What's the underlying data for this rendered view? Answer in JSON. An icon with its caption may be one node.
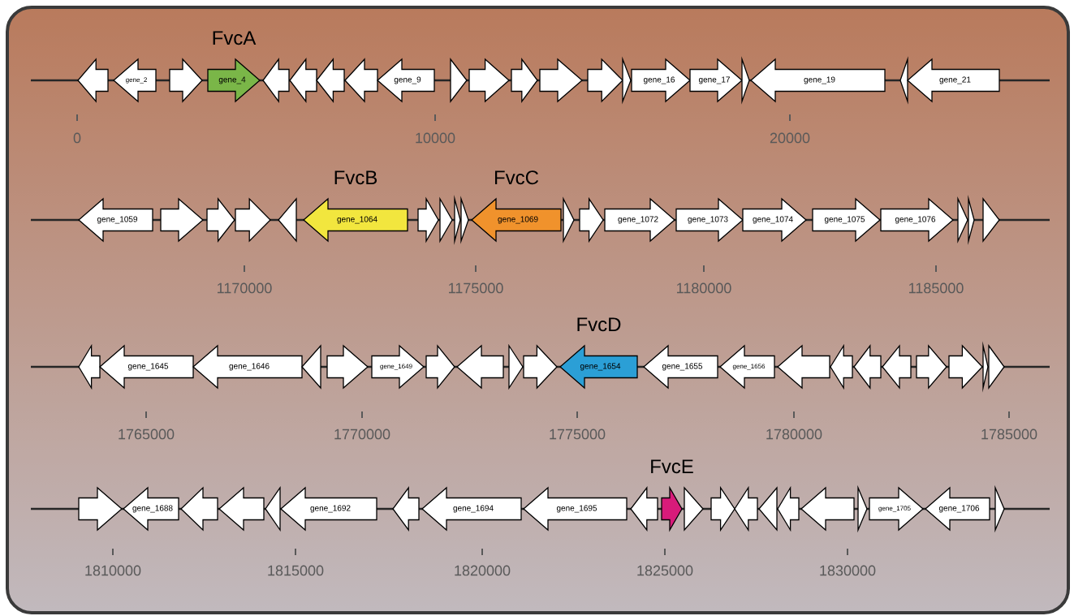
{
  "diagram": {
    "nodes": [
      {
        "text": [],
        "shape": "arrow"
      },
      {
        "text": [
          "gene_2"
        ]
      },
      {
        "text": [],
        "shape": "arrow"
      },
      {
        "text": [
          "FvcA",
          "gene_4"
        ]
      },
      {
        "text": [],
        "shape": "arrow"
      },
      {
        "text": [],
        "shape": "arrow"
      },
      {
        "text": [],
        "shape": "arrow"
      },
      {
        "text": [],
        "shape": "arrow"
      },
      {
        "text": [
          "gene_9"
        ]
      },
      {
        "text": [],
        "shape": "arrow"
      },
      {
        "text": [],
        "shape": "arrow"
      },
      {
        "text": [],
        "shape": "arrow"
      },
      {
        "text": [],
        "shape": "arrow"
      },
      {
        "text": [],
        "shape": "arrow"
      },
      {
        "text": [],
        "shape": "arrow"
      },
      {
        "text": [
          "gene_16"
        ]
      },
      {
        "text": [
          "gene_17"
        ]
      },
      {
        "text": [],
        "shape": "arrow"
      },
      {
        "text": [
          "gene_19"
        ]
      },
      {
        "text": [],
        "shape": "arrow"
      },
      {
        "text": [
          "gene_21"
        ]
      },
      {
        "text": [
          "gene_1059"
        ]
      },
      {
        "text": [],
        "shape": "arrow"
      },
      {
        "text": [],
        "shape": "arrow"
      },
      {
        "text": [],
        "shape": "arrow"
      },
      {
        "text": [],
        "shape": "arrow"
      },
      {
        "text": [
          "FvcB",
          "gene_1064"
        ]
      },
      {
        "text": [],
        "shape": "arrow"
      },
      {
        "text": [],
        "shape": "arrow"
      },
      {
        "text": [],
        "shape": "arrow"
      },
      {
        "text": [],
        "shape": "arrow"
      },
      {
        "text": [
          "FvcC",
          "gene_1069"
        ]
      },
      {
        "text": [],
        "shape": "arrow"
      },
      {
        "text": [],
        "shape": "arrow"
      },
      {
        "text": [
          "gene_1072"
        ]
      },
      {
        "text": [
          "gene_1073"
        ]
      },
      {
        "text": [
          "gene_1074"
        ]
      },
      {
        "text": [
          "gene_1075"
        ]
      },
      {
        "text": [
          "gene_1076"
        ]
      },
      {
        "text": [],
        "shape": "arrow"
      },
      {
        "text": [],
        "shape": "arrow"
      },
      {
        "text": [],
        "shape": "arrow"
      },
      {
        "text": [],
        "shape": "arrow"
      },
      {
        "text": [
          "gene_1645"
        ]
      },
      {
        "text": [
          "gene_1646"
        ]
      },
      {
        "text": [],
        "shape": "arrow"
      },
      {
        "text": [],
        "shape": "arrow"
      },
      {
        "text": [
          "gene_1649"
        ]
      },
      {
        "text": [],
        "shape": "arrow"
      },
      {
        "text": [],
        "shape": "arrow"
      },
      {
        "text": [],
        "shape": "arrow"
      },
      {
        "text": [],
        "shape": "arrow"
      },
      {
        "text": [
          "FvcD",
          "gene_1654"
        ]
      },
      {
        "text": [
          "gene_1655"
        ]
      },
      {
        "text": [
          "gene_1656"
        ]
      },
      {
        "text": [],
        "shape": "arrow"
      },
      {
        "text": [],
        "shape": "arrow"
      },
      {
        "text": [],
        "shape": "arrow"
      },
      {
        "text": [],
        "shape": "arrow"
      },
      {
        "text": [],
        "shape": "arrow"
      },
      {
        "text": [],
        "shape": "arrow"
      },
      {
        "text": [],
        "shape": "arrow"
      },
      {
        "text": [],
        "shape": "arrow"
      },
      {
        "text": [],
        "shape": "arrow"
      },
      {
        "text": [
          "gene_1688"
        ]
      },
      {
        "text": [],
        "shape": "arrow"
      },
      {
        "text": [],
        "shape": "arrow"
      },
      {
        "text": [],
        "shape": "arrow"
      },
      {
        "text": [
          "gene_1692"
        ]
      },
      {
        "text": [],
        "shape": "arrow"
      },
      {
        "text": [
          "gene_1694"
        ]
      },
      {
        "text": [
          "gene_1695"
        ]
      },
      {
        "text": [],
        "shape": "arrow"
      },
      {
        "text": [
          "FvcE"
        ]
      },
      {
        "text": [],
        "shape": "arrow"
      },
      {
        "text": [],
        "shape": "arrow"
      },
      {
        "text": [],
        "shape": "arrow"
      },
      {
        "text": [],
        "shape": "arrow"
      },
      {
        "text": [],
        "shape": "arrow"
      },
      {
        "text": [],
        "shape": "arrow"
      },
      {
        "text": [],
        "shape": "arrow"
      },
      {
        "text": [
          "gene_1705"
        ]
      },
      {
        "text": [
          "gene_1706"
        ]
      },
      {
        "text": [],
        "shape": "arrow"
      }
    ],
    "labels": [
      "0",
      "10000",
      "20000",
      "1170000",
      "1175000",
      "1180000",
      "1185000",
      "1765000",
      "1770000",
      "1775000",
      "1780000",
      "1785000",
      "1810000",
      "1815000",
      "1820000",
      "1825000",
      "1830000"
    ]
  }
}
